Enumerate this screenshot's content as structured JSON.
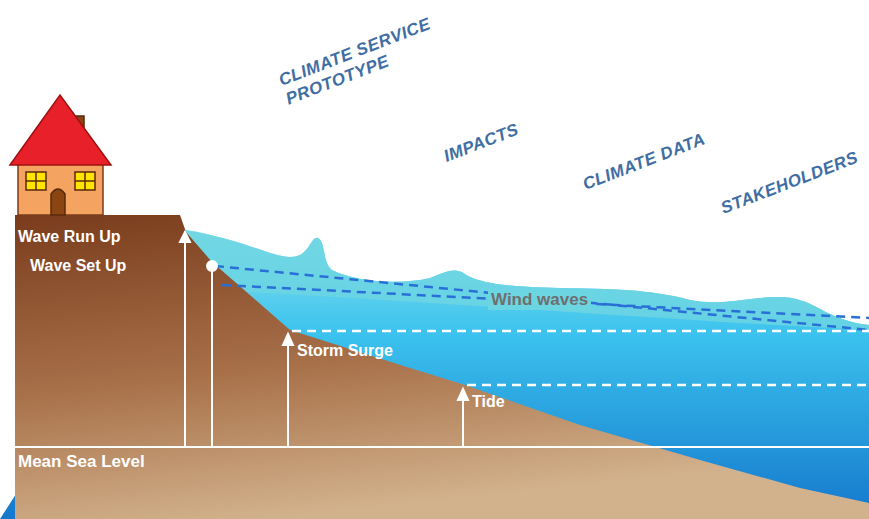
{
  "diagram": {
    "labels": [
      "CLIMATE SERVICE PROTOTYPE",
      "IMPACTS",
      "CLIMATE DATA",
      "STAKEHOLDERS",
      "Wave Run Up",
      "Wave Set Up",
      "Wind waves",
      "Storm Surge",
      "Tide",
      "Mean Sea Level"
    ]
  }
}
